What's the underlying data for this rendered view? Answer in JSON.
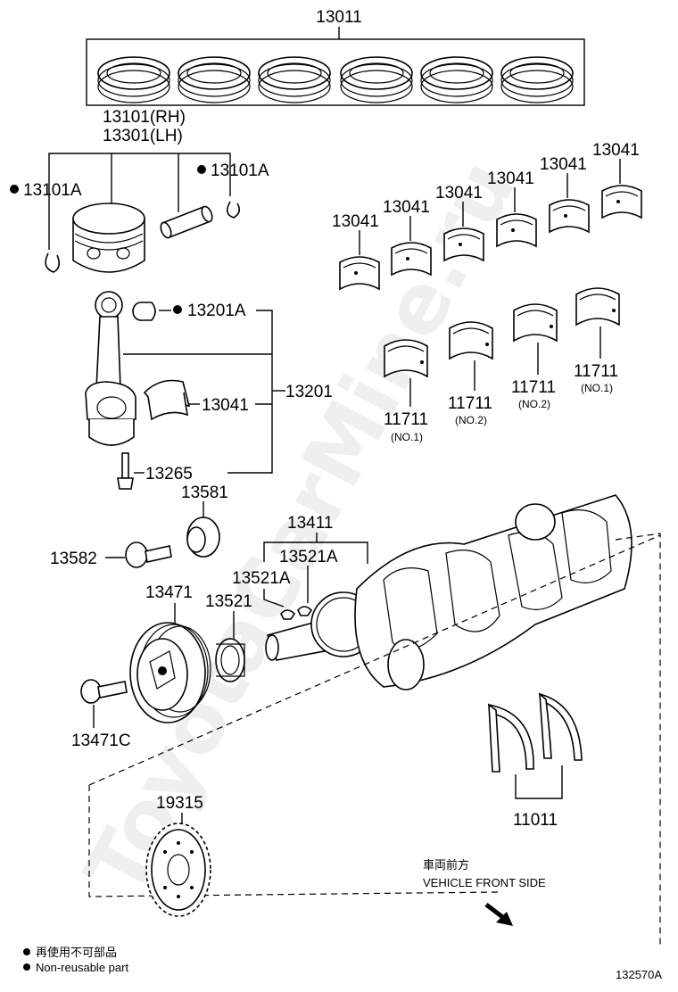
{
  "diagram": {
    "parts": {
      "piston_ring_set": "13011",
      "piston_rh": "13101(RH)",
      "piston_lh": "13301(LH)",
      "snap_ring_left": "13101A",
      "snap_ring_right": "13101A",
      "bushing": "13201A",
      "conrod_assembly": "13201",
      "conrod_bearing": "13041",
      "conrod_bolt": "13265",
      "main_bearing_upper_1": "13041",
      "main_bearing_upper_2": "13041",
      "main_bearing_upper_3": "13041",
      "main_bearing_upper_4": "13041",
      "main_bearing_upper_5": "13041",
      "main_bearing_upper_6": "13041",
      "main_bearing_lower_1": "11711",
      "main_bearing_lower_1_note": "(NO.1)",
      "main_bearing_lower_2": "11711",
      "main_bearing_lower_2_note": "(NO.2)",
      "main_bearing_lower_3": "11711",
      "main_bearing_lower_3_note": "(NO.2)",
      "main_bearing_lower_4": "11711",
      "main_bearing_lower_4_note": "(NO.1)",
      "pulley_washer": "13581",
      "pulley_bolt": "13582",
      "crankshaft": "13411",
      "woodruff_key_1": "13521A",
      "woodruff_key_2": "13521A",
      "damper_pulley": "13471",
      "timing_gear": "13521",
      "pulley_bolt_2": "13471C",
      "thrust_washer": "11011",
      "drive_plate": "19315"
    },
    "direction": {
      "label_jp": "車両前方",
      "label_en": "VEHICLE FRONT SIDE"
    },
    "legend": {
      "jp": "再使用不可部品",
      "en": "Non-reusable part"
    },
    "figure_code": "132570A",
    "watermark": "ToyotaCarMine.ru"
  }
}
